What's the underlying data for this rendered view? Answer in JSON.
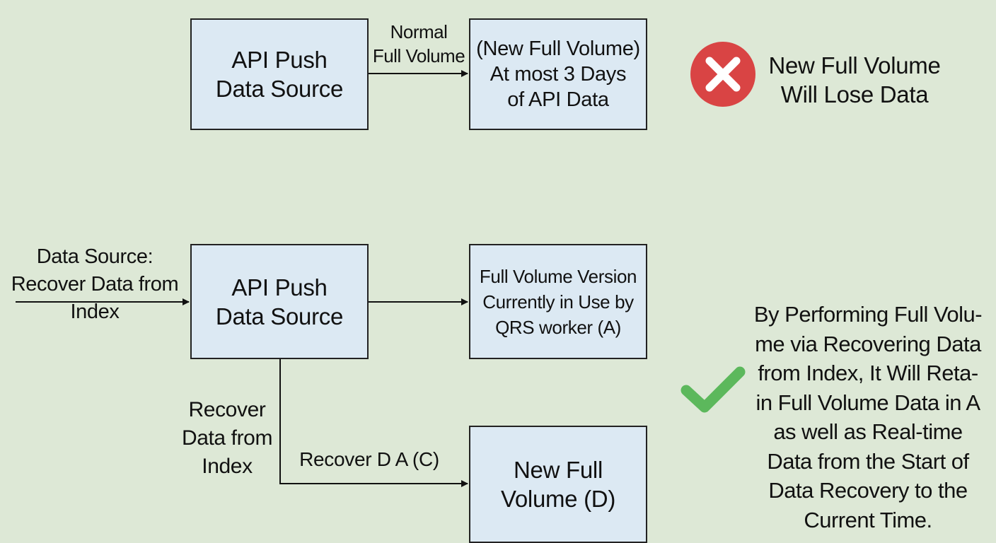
{
  "top": {
    "source_box": [
      "API Push",
      "Data Source"
    ],
    "arrow_label": [
      "Normal",
      "Full Volume"
    ],
    "target_box": [
      "(New Full Volume)",
      "At most 3 Days",
      "of API Data"
    ],
    "result_text": [
      "New Full Volume",
      "Will Lose Data"
    ],
    "result_icon": "error-x-icon",
    "result_color": "#d94444"
  },
  "bottom": {
    "input_label": [
      "Data Source:",
      "Recover Data from",
      "Index"
    ],
    "source_box": [
      "API Push",
      "Data Source"
    ],
    "current_box": [
      "Full Volume Version",
      "Currently in Use by",
      "QRS worker (A)"
    ],
    "recover_label": [
      "Recover",
      "Data from",
      "Index"
    ],
    "arrow_label": "Recover D A (C)",
    "new_box": [
      "New Full",
      "Volume (D)"
    ],
    "result_icon": "checkmark-icon",
    "result_color": "#5cb85c",
    "result_text": [
      "By Performing Full Volu-",
      "me via Recovering Data",
      "from Index, It Will Reta-",
      "in Full Volume Data in A",
      "as well as Real-time",
      "Data from the Start of",
      "Data Recovery to the",
      "Current Time."
    ]
  }
}
